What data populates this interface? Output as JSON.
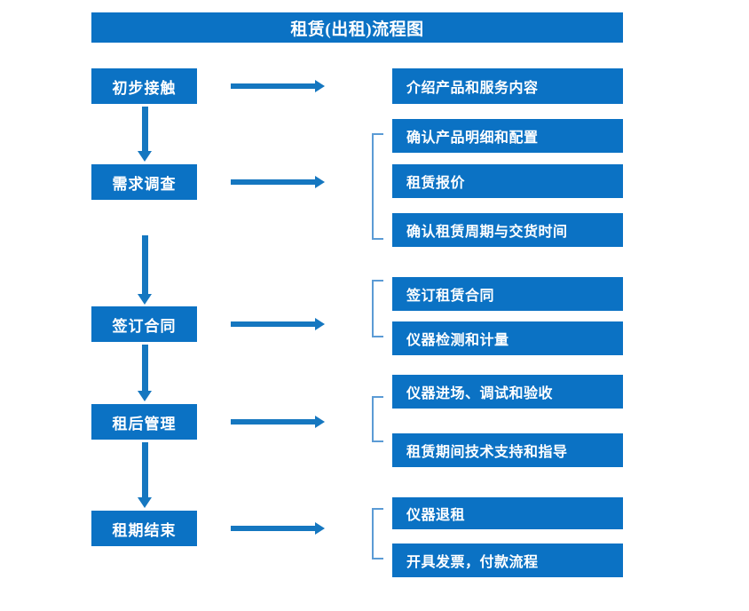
{
  "chart_title": "租赁(出租)流程图",
  "colors": {
    "box_fill": "#0b72c4",
    "box_text": "#ffffff",
    "arrow": "#1577c0",
    "bracket": "#5b9bd5",
    "background": "#ffffff"
  },
  "stages": [
    {
      "label": "初步接触"
    },
    {
      "label": "需求调查"
    },
    {
      "label": "签订合同"
    },
    {
      "label": "租后管理"
    },
    {
      "label": "租期结束"
    }
  ],
  "tasks": [
    {
      "label": "介绍产品和服务内容"
    },
    {
      "label": "确认产品明细和配置"
    },
    {
      "label": "租赁报价"
    },
    {
      "label": "确认租赁周期与交货时间"
    },
    {
      "label": "签订租赁合同"
    },
    {
      "label": "仪器检测和计量"
    },
    {
      "label": "仪器进场、调试和验收"
    },
    {
      "label": "租赁期间技术支持和指导"
    },
    {
      "label": "仪器退租"
    },
    {
      "label": "开具发票，付款流程"
    }
  ],
  "groups": [
    {
      "stage": "需求调查",
      "tasks": [
        "确认产品明细和配置",
        "租赁报价",
        "确认租赁周期与交货时间"
      ]
    },
    {
      "stage": "签订合同",
      "tasks": [
        "签订租赁合同",
        "仪器检测和计量"
      ]
    },
    {
      "stage": "租后管理",
      "tasks": [
        "仪器进场、调试和验收",
        "租赁期间技术支持和指导"
      ]
    },
    {
      "stage": "租期结束",
      "tasks": [
        "仪器退租",
        "开具发票，付款流程"
      ]
    }
  ],
  "icons": {
    "flow_arrow_right": "right-arrow-icon",
    "flow_arrow_down": "down-arrow-icon",
    "group_bracket": "group-bracket-icon"
  }
}
